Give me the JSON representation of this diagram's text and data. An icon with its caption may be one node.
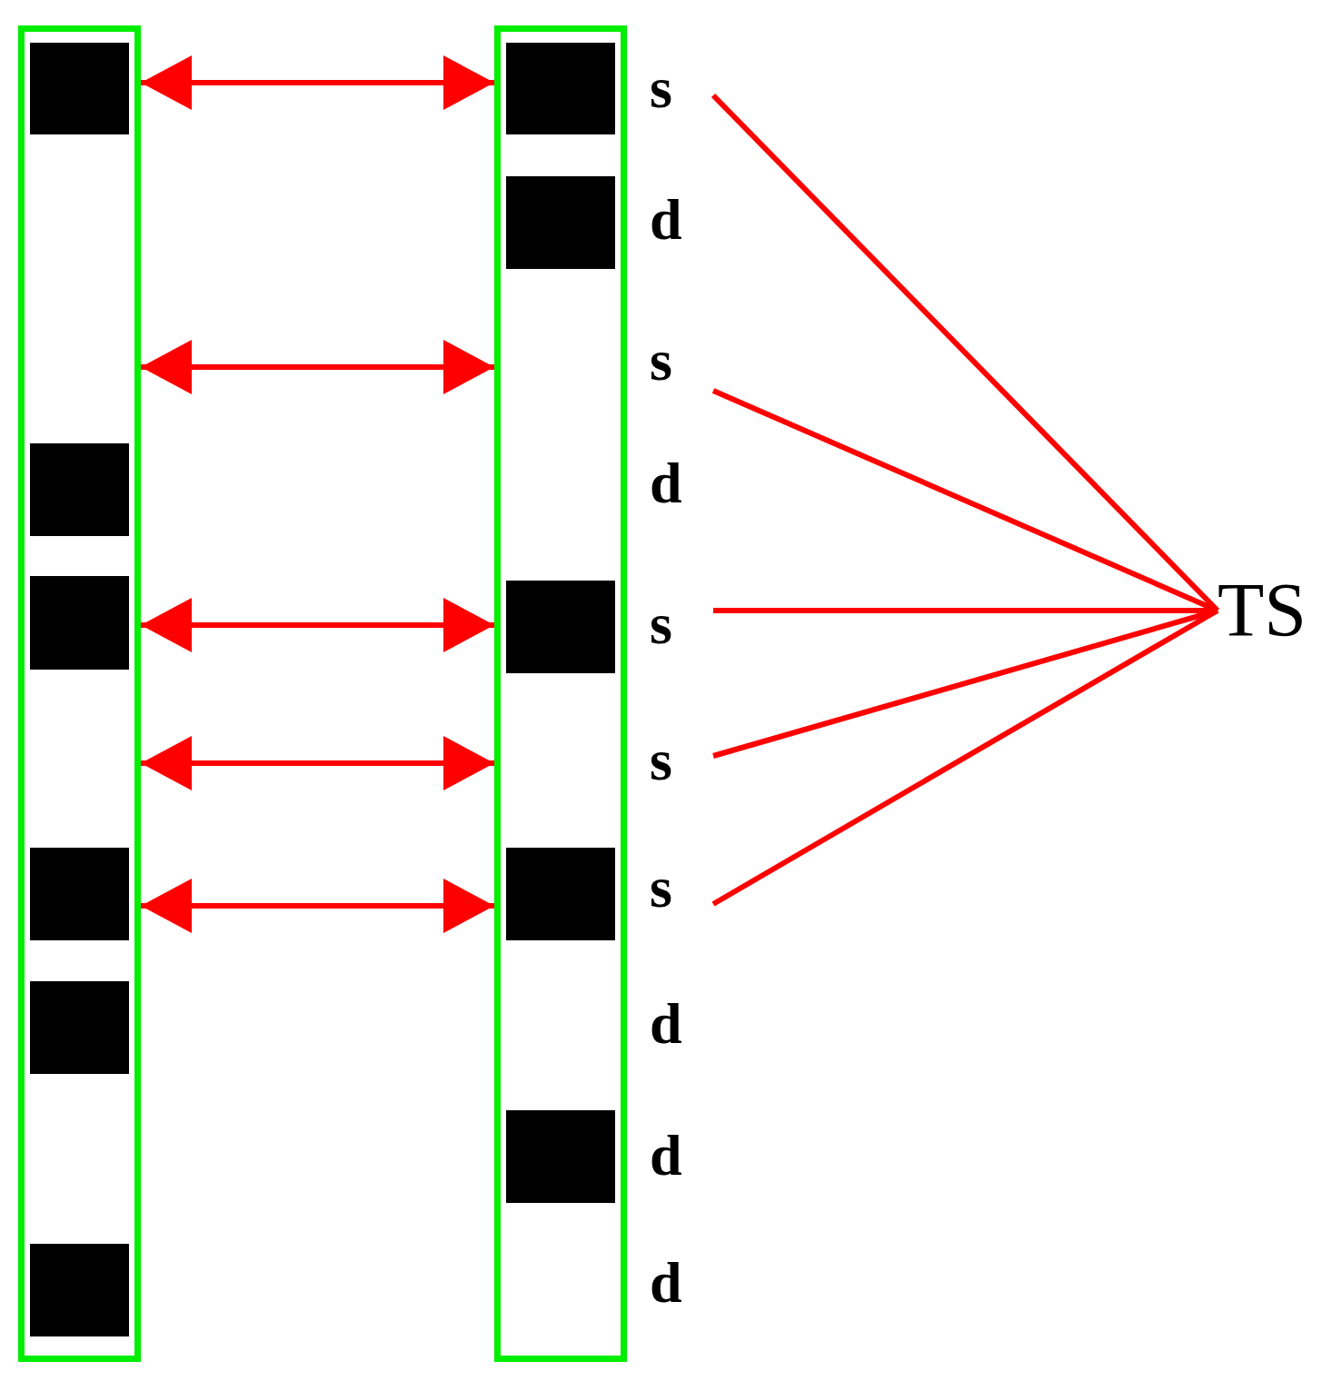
{
  "diagram": {
    "nodes": [
      {
        "text": [],
        "shape": "bar"
      },
      {
        "text": [],
        "shape": "bar"
      },
      {
        "text": [
          "s"
        ]
      },
      {
        "text": [
          "d"
        ]
      },
      {
        "text": [
          "s"
        ]
      },
      {
        "text": [
          "d"
        ]
      },
      {
        "text": [
          "s"
        ]
      },
      {
        "text": [
          "s"
        ]
      },
      {
        "text": [
          "s"
        ]
      },
      {
        "text": [
          "d"
        ]
      },
      {
        "text": [
          "d"
        ]
      },
      {
        "text": [
          "d"
        ]
      },
      {
        "text": [
          "TS"
        ]
      }
    ],
    "edges": [
      {
        "from": 0,
        "to": 1,
        "arrow": "both"
      },
      {
        "from": 0,
        "to": 1,
        "arrow": "both"
      },
      {
        "from": 0,
        "to": 1,
        "arrow": "both"
      },
      {
        "from": 0,
        "to": 1,
        "arrow": "both"
      },
      {
        "from": 0,
        "to": 1,
        "arrow": "both"
      },
      {
        "from": 2,
        "to": 12,
        "arrow": "none"
      },
      {
        "from": 4,
        "to": 12,
        "arrow": "none"
      },
      {
        "from": 6,
        "to": 12,
        "arrow": "none"
      },
      {
        "from": 7,
        "to": 12,
        "arrow": "none"
      },
      {
        "from": 8,
        "to": 12,
        "arrow": "none"
      }
    ]
  }
}
